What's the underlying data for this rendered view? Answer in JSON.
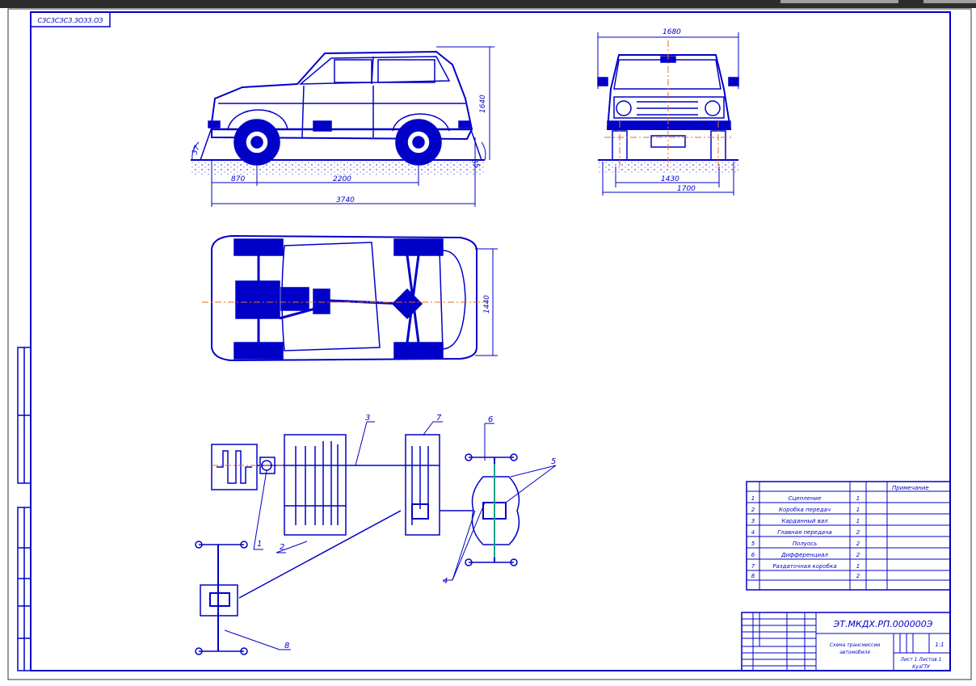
{
  "window": {
    "toolbar_buttons": [
      {
        "label": ""
      },
      {
        "label": ""
      }
    ]
  },
  "drawing": {
    "designation_stamp": "СЗСЗСЗСЗ.ЗОЗЗ.ОЗ",
    "dimensions": {
      "height": "1640",
      "approach_angle": "37",
      "departure_angle": "35",
      "front_overhang": "870",
      "wheelbase": "2200",
      "overall_length": "3740",
      "overall_width": "1680",
      "track": "1430",
      "base_width": "1700",
      "plan_width": "1440"
    },
    "callouts": [
      "1",
      "2",
      "3",
      "4",
      "5",
      "6",
      "7",
      "8"
    ]
  },
  "parts_table": {
    "header_note": "Примечание",
    "rows": [
      {
        "pos": "1",
        "name": "Сцепление",
        "qty": "1"
      },
      {
        "pos": "2",
        "name": "Коробка передач",
        "qty": "1"
      },
      {
        "pos": "3",
        "name": "Карданный вал",
        "qty": "1"
      },
      {
        "pos": "4",
        "name": "Главная передача",
        "qty": "2"
      },
      {
        "pos": "5",
        "name": "Полуось",
        "qty": "2"
      },
      {
        "pos": "6",
        "name": "Дифференциал",
        "qty": "2"
      },
      {
        "pos": "7",
        "name": "Раздаточная коробка",
        "qty": "1"
      },
      {
        "pos": "8",
        "name": "",
        "qty": "2"
      }
    ]
  },
  "title_block": {
    "code": "ЭТ.МКДХ.РП.000000Э",
    "title_line1": "Схема трансмиссии",
    "title_line2": "автомобиля",
    "sheet": "1:1",
    "sheet_info": "Лист 1 Листов 1",
    "org": "КузГТУ"
  },
  "colors": {
    "line": "#0000c8",
    "axis": "#e07020",
    "shaft_accent": "#1aa38a",
    "background": "#ffffff",
    "window_bar": "#2d2d2d"
  }
}
